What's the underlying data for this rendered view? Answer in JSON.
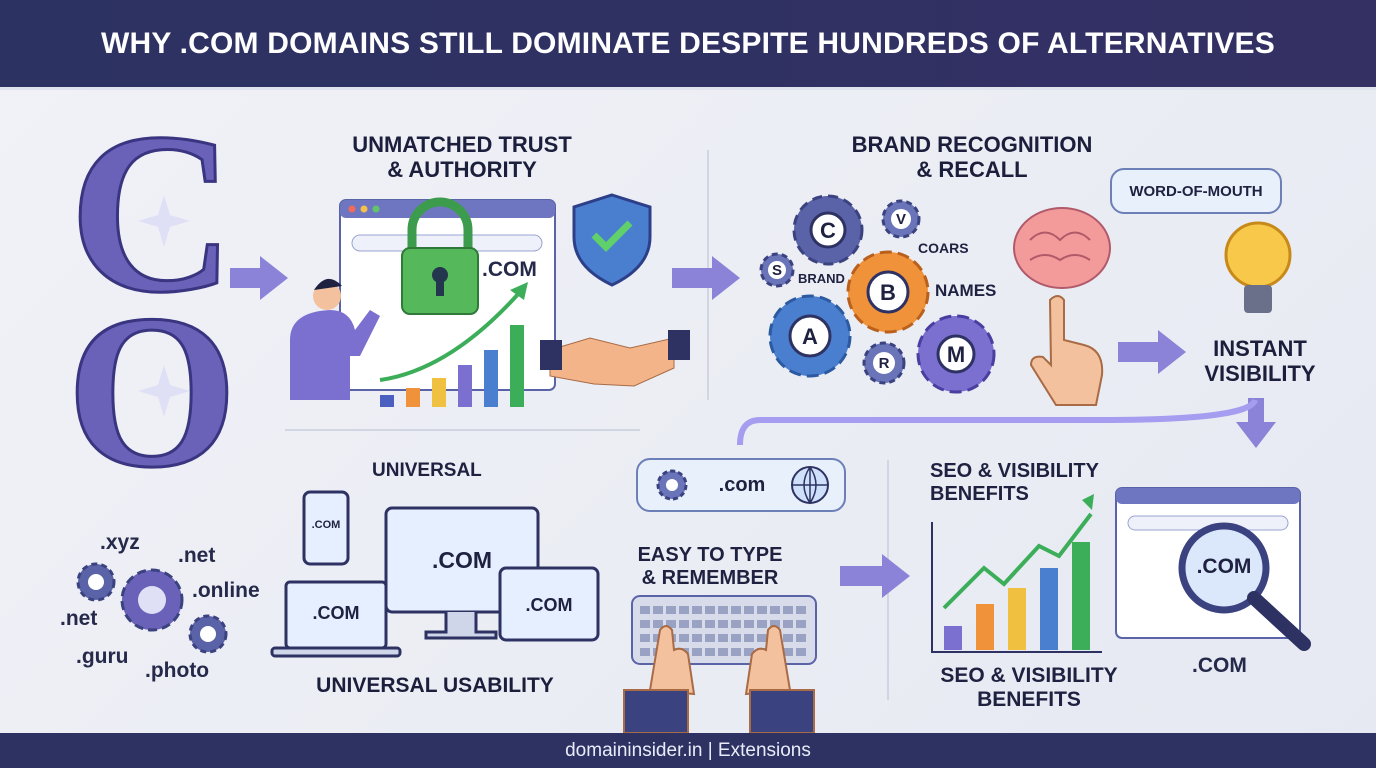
{
  "header": {
    "title": "WHY .COM DOMAINS STILL DOMINATE DESPITE HUNDREDS OF ALTERNATIVES"
  },
  "hero": {
    "letters": [
      "C",
      "O"
    ],
    "alternatives": [
      ".xyz",
      ".net",
      ".online",
      ".net",
      ".guru",
      ".photo"
    ]
  },
  "trust": {
    "title_line1": "UNMATCHED TRUST",
    "title_line2": "& AUTHORITY",
    "browser_label": ".COM"
  },
  "brand": {
    "title_line1": "BRAND RECOGNITION",
    "title_line2": "& RECALL",
    "gears": [
      "C",
      "V",
      "S",
      "B",
      "A",
      "R",
      "M"
    ],
    "labels": [
      "BRAND",
      "COARS",
      "NAMES"
    ],
    "bubble": "WORD-OF-MOUTH"
  },
  "instant": {
    "line1": "INSTANT",
    "line2": "VISIBILITY"
  },
  "universal": {
    "top_label": "UNIVERSAL",
    "phone": ".COM",
    "monitor": ".COM",
    "laptop": ".COM",
    "tablet": ".COM",
    "caption": "UNIVERSAL USABILITY"
  },
  "easy": {
    "bubble": ".com",
    "line1": "EASY TO TYPE",
    "line2": "& REMEMBER"
  },
  "seo": {
    "title_line1": "SEO & VISIBILITY",
    "title_line2": "BENEFITS",
    "magnifier": ".COM",
    "caption_line1": "SEO & VISIBILITY",
    "caption_line2": "BENEFITS",
    "bottom_label": ".COM"
  },
  "footer": {
    "site": "domaininsider.in",
    "separator": "|",
    "section": "Extensions"
  },
  "colors": {
    "header": "#2d3262",
    "accent": "#7b6fd0",
    "green": "#3cae5a",
    "orange": "#f0923a",
    "blue": "#4a7fd0"
  }
}
